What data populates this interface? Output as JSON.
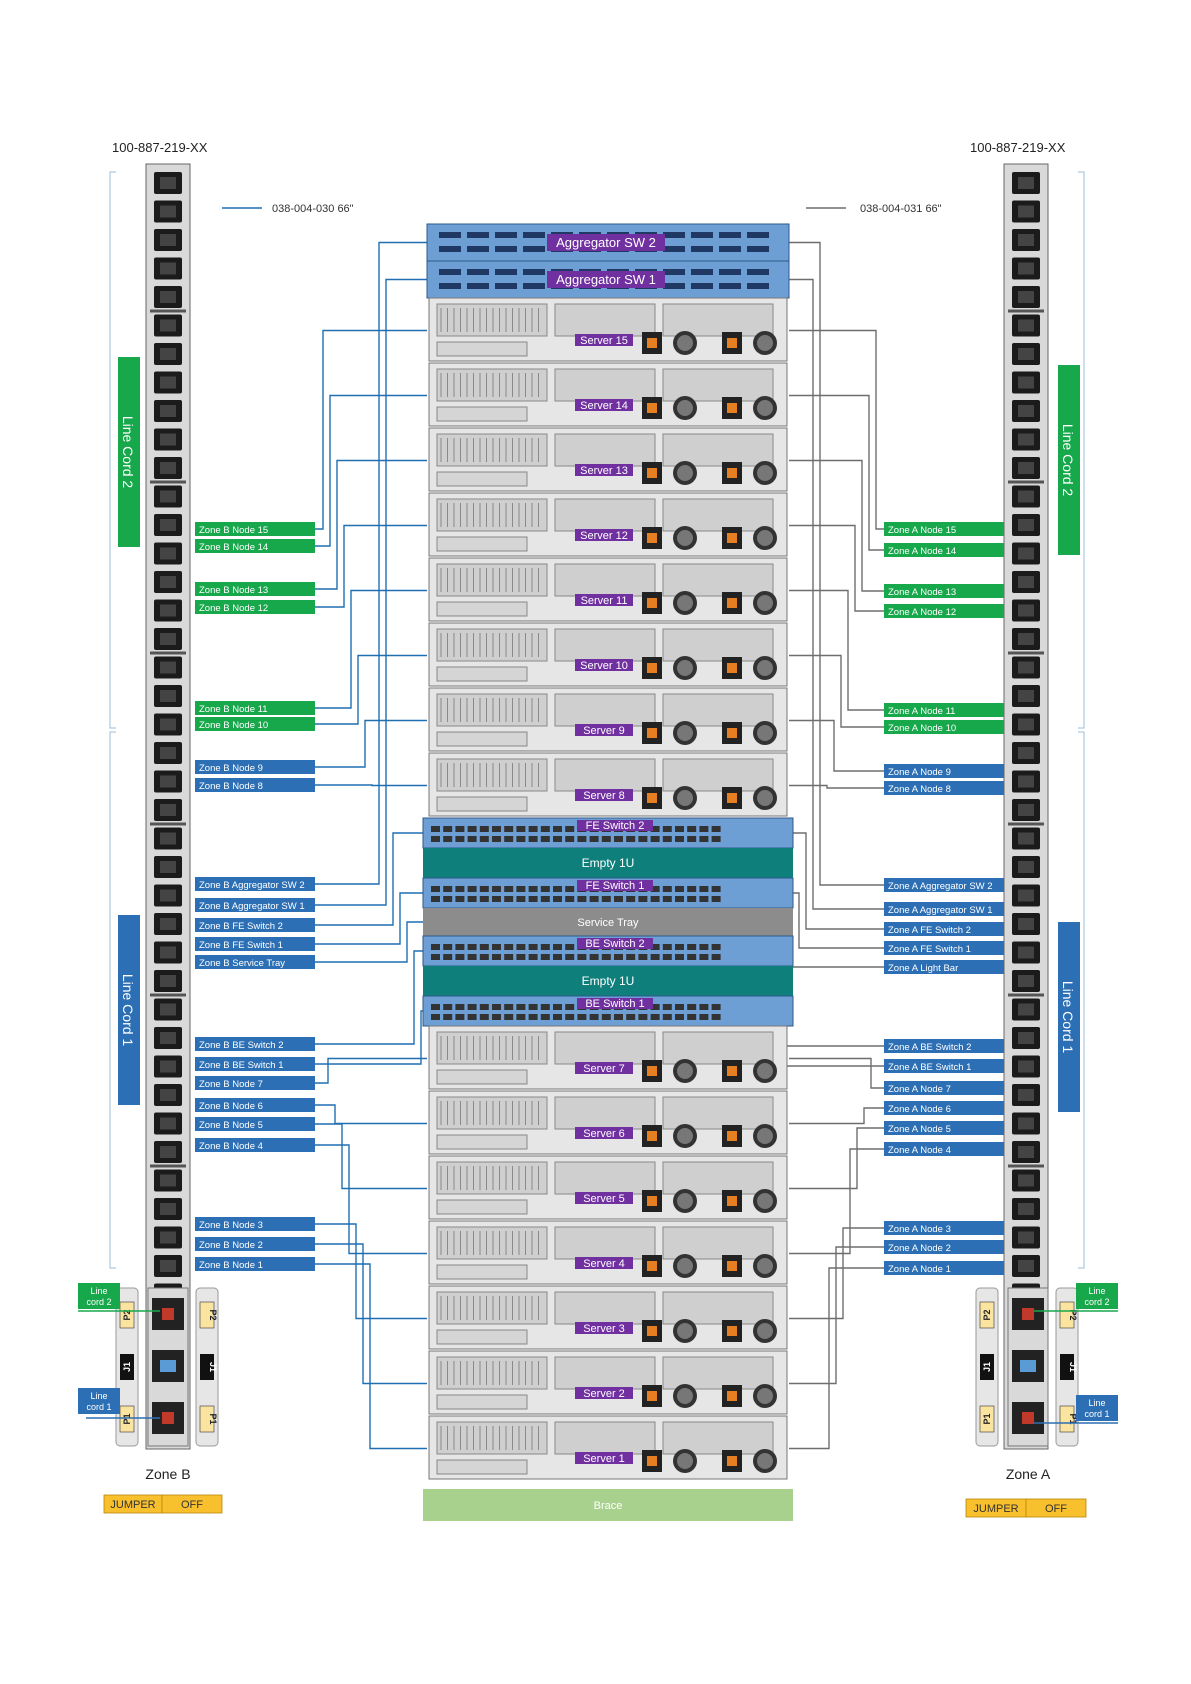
{
  "pdu_part_left": "100-887-219-XX",
  "pdu_part_right": "100-887-219-XX",
  "cable_left": "038-004-030 66\"",
  "cable_right": "038-004-031 66\"",
  "line_cord_2": "Line Cord 2",
  "line_cord_1": "Line Cord 1",
  "zone_b": "Zone B",
  "zone_a": "Zone A",
  "jumper": "JUMPER",
  "off": "OFF",
  "small_line_cord_2": [
    "Line",
    "cord 2"
  ],
  "small_line_cord_1": [
    "Line",
    "cord 1"
  ],
  "plug_labels": [
    "P2",
    "J1",
    "P1"
  ],
  "colors": {
    "green": "#17a84b",
    "blue": "#2c6fb4",
    "purple": "#7030a0",
    "teal": "#0e7f7b",
    "gray": "#8c8c8c",
    "light_green": "#a9d18e",
    "orange": "#f9c02d",
    "cable_blue": "#1f6fb2",
    "cable_gray": "#6e6e6e"
  },
  "rack": [
    {
      "type": "agg",
      "label": "Aggregator SW 2"
    },
    {
      "type": "agg",
      "label": "Aggregator SW 1"
    },
    {
      "type": "server",
      "label": "Server 15"
    },
    {
      "type": "server",
      "label": "Server 14"
    },
    {
      "type": "server",
      "label": "Server 13"
    },
    {
      "type": "server",
      "label": "Server 12"
    },
    {
      "type": "server",
      "label": "Server 11"
    },
    {
      "type": "server",
      "label": "Server 10"
    },
    {
      "type": "server",
      "label": "Server 9"
    },
    {
      "type": "server",
      "label": "Server 8"
    },
    {
      "type": "switch",
      "label": "FE Switch 2"
    },
    {
      "type": "empty",
      "label": "Empty 1U"
    },
    {
      "type": "switch",
      "label": "FE Switch 1"
    },
    {
      "type": "tray",
      "label": "Service Tray"
    },
    {
      "type": "switch",
      "label": "BE Switch 2"
    },
    {
      "type": "empty",
      "label": "Empty 1U"
    },
    {
      "type": "switch",
      "label": "BE Switch 1"
    },
    {
      "type": "server",
      "label": "Server 7"
    },
    {
      "type": "server",
      "label": "Server 6"
    },
    {
      "type": "server",
      "label": "Server 5"
    },
    {
      "type": "server",
      "label": "Server 4"
    },
    {
      "type": "server",
      "label": "Server 3"
    },
    {
      "type": "server",
      "label": "Server 2"
    },
    {
      "type": "server",
      "label": "Server 1"
    },
    {
      "type": "brace",
      "label": "Brace"
    }
  ],
  "left_labels": [
    {
      "text": "Zone B  Node 15",
      "color": "green"
    },
    {
      "text": "Zone B  Node 14",
      "color": "green"
    },
    {
      "text": "Zone B  Node 13",
      "color": "green"
    },
    {
      "text": "Zone B  Node 12",
      "color": "green"
    },
    {
      "text": "Zone B  Node 11",
      "color": "green"
    },
    {
      "text": "Zone B  Node 10",
      "color": "green"
    },
    {
      "text": "Zone B  Node 9",
      "color": "blue"
    },
    {
      "text": "Zone B  Node 8",
      "color": "blue"
    },
    {
      "text": "Zone B  Aggregator SW 2",
      "color": "blue"
    },
    {
      "text": "Zone B  Aggregator SW 1",
      "color": "blue"
    },
    {
      "text": "Zone B  FE Switch 2",
      "color": "blue"
    },
    {
      "text": "Zone B  FE Switch 1",
      "color": "blue"
    },
    {
      "text": "Zone B  Service Tray",
      "color": "blue"
    },
    {
      "text": "Zone B BE Switch 2",
      "color": "blue"
    },
    {
      "text": "Zone B BE Switch 1",
      "color": "blue"
    },
    {
      "text": "Zone B Node 7",
      "color": "blue"
    },
    {
      "text": "Zone B Node 6",
      "color": "blue"
    },
    {
      "text": "Zone B Node 5",
      "color": "blue"
    },
    {
      "text": "Zone B Node 4",
      "color": "blue"
    },
    {
      "text": "Zone B Node 3",
      "color": "blue"
    },
    {
      "text": "Zone B Node 2",
      "color": "blue"
    },
    {
      "text": "Zone B Node 1",
      "color": "blue"
    }
  ],
  "right_labels": [
    {
      "text": "Zone A  Node 15",
      "color": "green"
    },
    {
      "text": "Zone A  Node 14",
      "color": "green"
    },
    {
      "text": "Zone A  Node 13",
      "color": "green"
    },
    {
      "text": "Zone A  Node 12",
      "color": "green"
    },
    {
      "text": "Zone A  Node 11",
      "color": "green"
    },
    {
      "text": "Zone A  Node 10",
      "color": "green"
    },
    {
      "text": "Zone A  Node 9",
      "color": "blue"
    },
    {
      "text": "Zone A  Node 8",
      "color": "blue"
    },
    {
      "text": "Zone A  Aggregator SW 2",
      "color": "blue"
    },
    {
      "text": "Zone A  Aggregator SW 1",
      "color": "blue"
    },
    {
      "text": "Zone A  FE Switch 2",
      "color": "blue"
    },
    {
      "text": "Zone A  FE Switch 1",
      "color": "blue"
    },
    {
      "text": "Zone A  Light Bar",
      "color": "blue"
    },
    {
      "text": "Zone A BE Switch 2",
      "color": "blue"
    },
    {
      "text": "Zone A BE Switch 1",
      "color": "blue"
    },
    {
      "text": "Zone A Node 7",
      "color": "blue"
    },
    {
      "text": "Zone A Node 6",
      "color": "blue"
    },
    {
      "text": "Zone A Node 5",
      "color": "blue"
    },
    {
      "text": "Zone A Node 4",
      "color": "blue"
    },
    {
      "text": "Zone A Node 3",
      "color": "blue"
    },
    {
      "text": "Zone A Node 2",
      "color": "blue"
    },
    {
      "text": "Zone A Node 1",
      "color": "blue"
    }
  ]
}
